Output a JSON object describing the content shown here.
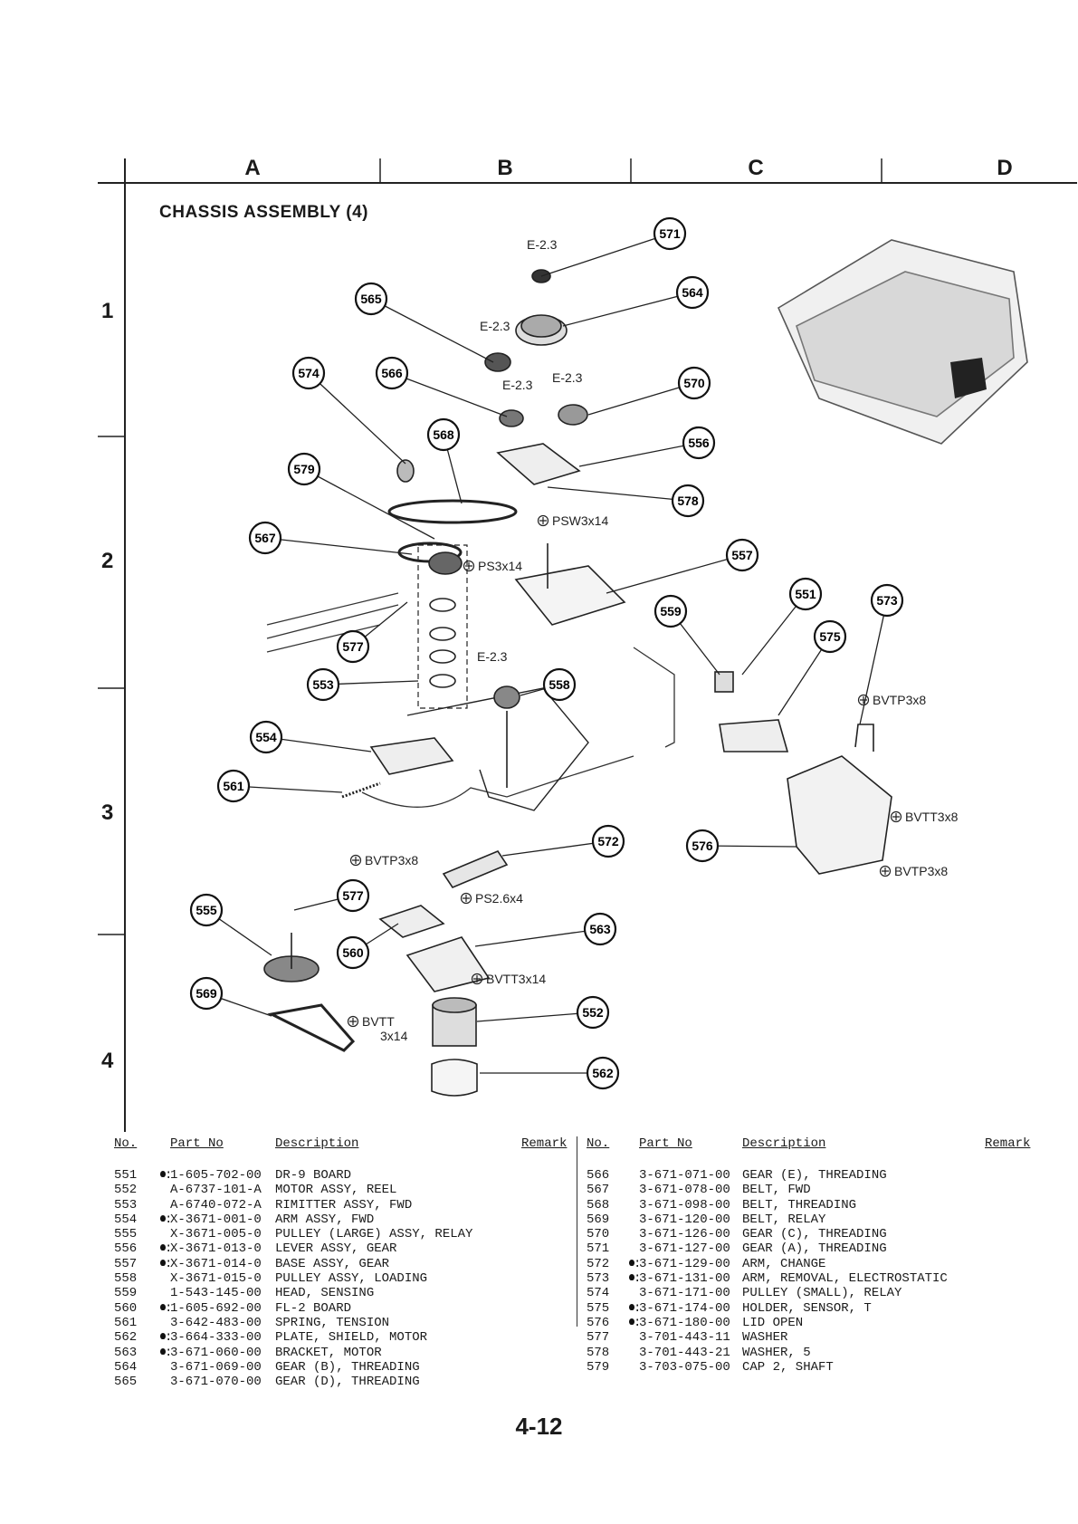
{
  "grid": {
    "columns": [
      "A",
      "B",
      "C",
      "D"
    ],
    "rows": [
      "1",
      "2",
      "3",
      "4"
    ]
  },
  "title": "CHASSIS ASSEMBLY (4)",
  "diagram": {
    "callouts": [
      "551",
      "552",
      "553",
      "554",
      "555",
      "556",
      "557",
      "558",
      "559",
      "560",
      "561",
      "562",
      "563",
      "564",
      "565",
      "566",
      "567",
      "568",
      "569",
      "570",
      "571",
      "572",
      "573",
      "574",
      "575",
      "576",
      "577",
      "577",
      "578",
      "579"
    ],
    "fastener_labels": {
      "e23_a": "E-2.3",
      "e23_b": "E-2.3",
      "e23_c": "E-2.3",
      "e23_d": "E-2.3",
      "e23_e": "E-2.3",
      "psw": "PSW3x14",
      "ps3": "PS3x14",
      "bvtp_a": "BVTP3x8",
      "bvtt_a": "BVTT3x8",
      "bvtp_b": "BVTP3x8",
      "bvtp_c": "BVTP3x8",
      "ps26": "PS2.6x4",
      "bvtt_b": "BVTT3x14",
      "bvtt_c1": "BVTT",
      "bvtt_c2": "3x14"
    }
  },
  "parts_table": {
    "headers": {
      "no": "No.",
      "part_no": "Part No",
      "description": "Description",
      "remark": "Remark"
    },
    "left": [
      {
        "no": "551",
        "mark": true,
        "part_no": "1-605-702-00",
        "description": "DR-9 BOARD"
      },
      {
        "no": "552",
        "mark": false,
        "part_no": "A-6737-101-A",
        "description": "MOTOR ASSY, REEL"
      },
      {
        "no": "553",
        "mark": false,
        "part_no": "A-6740-072-A",
        "description": "RIMITTER ASSY, FWD"
      },
      {
        "no": "554",
        "mark": true,
        "part_no": "X-3671-001-0",
        "description": "ARM ASSY, FWD"
      },
      {
        "no": "555",
        "mark": false,
        "part_no": "X-3671-005-0",
        "description": "PULLEY (LARGE) ASSY, RELAY"
      },
      {
        "no": "556",
        "mark": true,
        "part_no": "X-3671-013-0",
        "description": "LEVER ASSY, GEAR"
      },
      {
        "no": "557",
        "mark": true,
        "part_no": "X-3671-014-0",
        "description": "BASE ASSY, GEAR"
      },
      {
        "no": "558",
        "mark": false,
        "part_no": "X-3671-015-0",
        "description": "PULLEY ASSY, LOADING"
      },
      {
        "no": "559",
        "mark": false,
        "part_no": "1-543-145-00",
        "description": "HEAD, SENSING"
      },
      {
        "no": "560",
        "mark": true,
        "part_no": "1-605-692-00",
        "description": "FL-2 BOARD"
      },
      {
        "no": "561",
        "mark": false,
        "part_no": "3-642-483-00",
        "description": "SPRING, TENSION"
      },
      {
        "no": "562",
        "mark": true,
        "part_no": "3-664-333-00",
        "description": "PLATE, SHIELD, MOTOR"
      },
      {
        "no": "563",
        "mark": true,
        "part_no": "3-671-060-00",
        "description": "BRACKET, MOTOR"
      },
      {
        "no": "564",
        "mark": false,
        "part_no": "3-671-069-00",
        "description": "GEAR (B), THREADING"
      },
      {
        "no": "565",
        "mark": false,
        "part_no": "3-671-070-00",
        "description": "GEAR (D), THREADING"
      }
    ],
    "right": [
      {
        "no": "566",
        "mark": false,
        "part_no": "3-671-071-00",
        "description": "GEAR (E), THREADING"
      },
      {
        "no": "567",
        "mark": false,
        "part_no": "3-671-078-00",
        "description": "BELT, FWD"
      },
      {
        "no": "568",
        "mark": false,
        "part_no": "3-671-098-00",
        "description": "BELT, THREADING"
      },
      {
        "no": "569",
        "mark": false,
        "part_no": "3-671-120-00",
        "description": "BELT, RELAY"
      },
      {
        "no": "570",
        "mark": false,
        "part_no": "3-671-126-00",
        "description": "GEAR (C), THREADING"
      },
      {
        "no": "571",
        "mark": false,
        "part_no": "3-671-127-00",
        "description": "GEAR (A), THREADING"
      },
      {
        "no": "572",
        "mark": true,
        "part_no": "3-671-129-00",
        "description": "ARM, CHANGE"
      },
      {
        "no": "573",
        "mark": true,
        "part_no": "3-671-131-00",
        "description": "ARM, REMOVAL, ELECTROSTATIC"
      },
      {
        "no": "574",
        "mark": false,
        "part_no": "3-671-171-00",
        "description": "PULLEY (SMALL), RELAY"
      },
      {
        "no": "575",
        "mark": true,
        "part_no": "3-671-174-00",
        "description": "HOLDER, SENSOR, T"
      },
      {
        "no": "576",
        "mark": true,
        "part_no": "3-671-180-00",
        "description": "LID OPEN"
      },
      {
        "no": "577",
        "mark": false,
        "part_no": "3-701-443-11",
        "description": "WASHER"
      },
      {
        "no": "578",
        "mark": false,
        "part_no": "3-701-443-21",
        "description": "WASHER, 5"
      },
      {
        "no": "579",
        "mark": false,
        "part_no": "3-703-075-00",
        "description": "CAP 2, SHAFT"
      }
    ]
  },
  "page_number": "4-12"
}
